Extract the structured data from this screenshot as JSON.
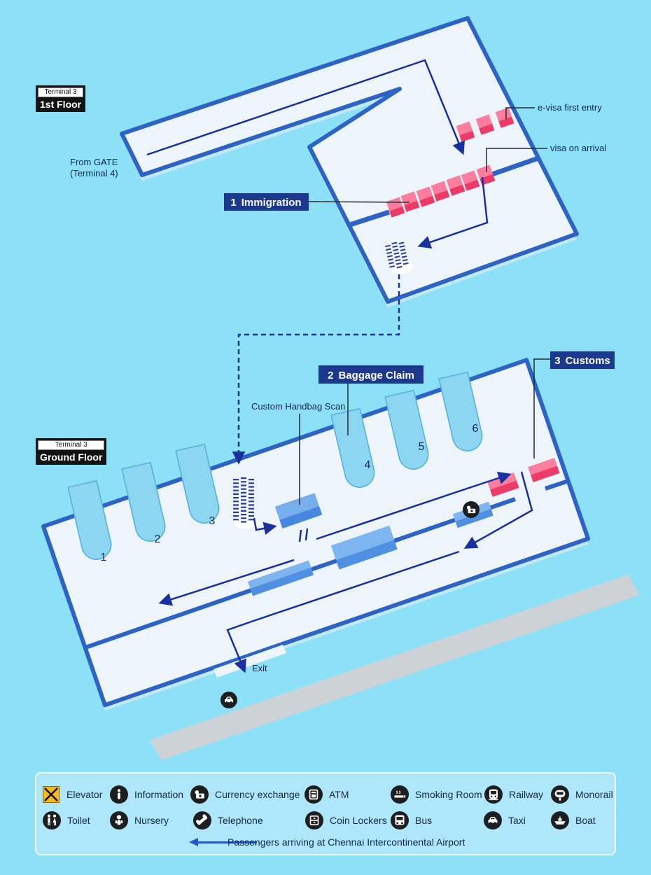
{
  "floor_labels": {
    "first": {
      "terminal": "Terminal 3",
      "floor": "1st Floor"
    },
    "ground": {
      "terminal": "Terminal 3",
      "floor": "Ground Floor"
    }
  },
  "annotations": {
    "from_gate_line1": "From GATE",
    "from_gate_line2": "(Terminal 4)",
    "evisa": "e-visa first entry",
    "visa_on_arrival": "visa on arrival",
    "handbag_scan": "Custom Handbag Scan",
    "exit": "Exit"
  },
  "zone_labels": {
    "immigration": {
      "num": "1",
      "name": "Immigration"
    },
    "baggage": {
      "num": "2",
      "name": "Baggage Claim"
    },
    "customs": {
      "num": "3",
      "name": "Customs"
    }
  },
  "carousels": [
    "1",
    "2",
    "3",
    "4",
    "5",
    "6"
  ],
  "legend": {
    "items": [
      {
        "icon": "elevator-icon",
        "label": "Elevator"
      },
      {
        "icon": "information-icon",
        "label": "Information"
      },
      {
        "icon": "currency-exchange-icon",
        "label": "Currency exchange"
      },
      {
        "icon": "atm-icon",
        "label": "ATM"
      },
      {
        "icon": "smoking-room-icon",
        "label": "Smoking Room"
      },
      {
        "icon": "railway-icon",
        "label": "Railway"
      },
      {
        "icon": "monorail-icon",
        "label": "Monorail"
      },
      {
        "icon": "toilet-icon",
        "label": "Toilet"
      },
      {
        "icon": "nursery-icon",
        "label": "Nursery"
      },
      {
        "icon": "telephone-icon",
        "label": "Telephone"
      },
      {
        "icon": "coin-lockers-icon",
        "label": "Coin Lockers"
      },
      {
        "icon": "bus-icon",
        "label": "Bus"
      },
      {
        "icon": "taxi-icon",
        "label": "Taxi"
      },
      {
        "icon": "boat-icon",
        "label": "Boat"
      }
    ],
    "caption": "Passengers arriving at Chennai Intercontinental Airport"
  },
  "colors": {
    "background": "#8ce1f7",
    "floor": "#edf4fa",
    "floor_shadow": "#c2e9f8",
    "wall_blue": "#2d63c5",
    "arrow_navy": "#1a2fa0",
    "counter_pink_top": "#fc7d9d",
    "counter_pink_front": "#ee3a67",
    "carousel_blue": "#8dd6f1",
    "box_blue_top": "#78aeee",
    "box_blue_front": "#4687df",
    "zone_label_bg": "#1b3a8e",
    "road_gray": "#ccd2d6",
    "elevator_yellow": "#f7b91c",
    "icon_black": "#1d1e20",
    "text_navy": "#15254f"
  }
}
